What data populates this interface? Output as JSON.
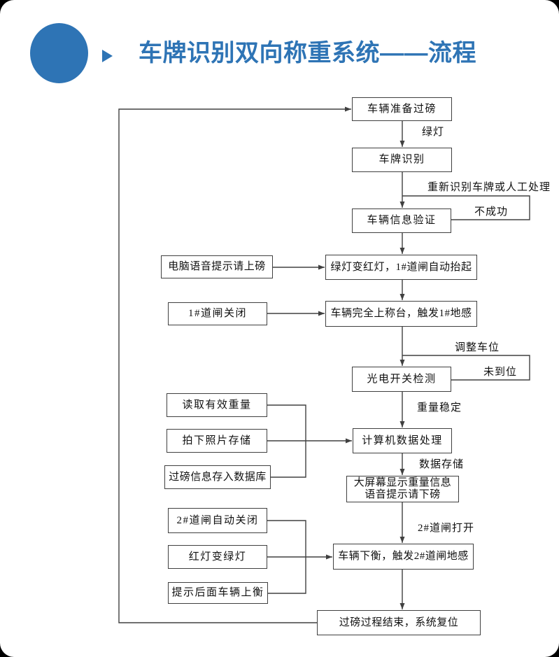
{
  "title": "车牌识别双向称重系统——流程",
  "colors": {
    "accent": "#2E74B5",
    "line": "#404040",
    "text": "#111111"
  },
  "nodes": {
    "prepare": "车辆准备过磅",
    "recognize": "车牌识别",
    "verify": "车辆信息验证",
    "red_light": "绿灯变红灯，1#道闸自动抬起",
    "on_scale": "车辆完全上称台，触发1#地感",
    "photo_switch": "光电开关检测",
    "data_process": "计算机数据处理",
    "display": "大屏幕显示重量信息\n语音提示请下磅",
    "off_scale": "车辆下衡，触发2#道闸地感",
    "end": "过磅过程结束，系统复位",
    "voice_prompt_up": "电脑语音提示请上磅",
    "gate1_close": "1#道闸关闭",
    "read_weight": "读取有效重量",
    "photo_store": "拍下照片存储",
    "db_store": "过磅信息存入数据库",
    "gate2_close": "2#道闸自动关闭",
    "red_to_green": "红灯变绿灯",
    "next_vehicle": "提示后面车辆上衡"
  },
  "edge_labels": {
    "green_light": "绿灯",
    "re_recognize": "重新识别车牌或人工处理",
    "unsuccessful": "不成功",
    "adjust_position": "调整车位",
    "not_in_place": "未到位",
    "weight_stable": "重量稳定",
    "data_store": "数据存储",
    "gate2_open": "2#道闸打开"
  }
}
